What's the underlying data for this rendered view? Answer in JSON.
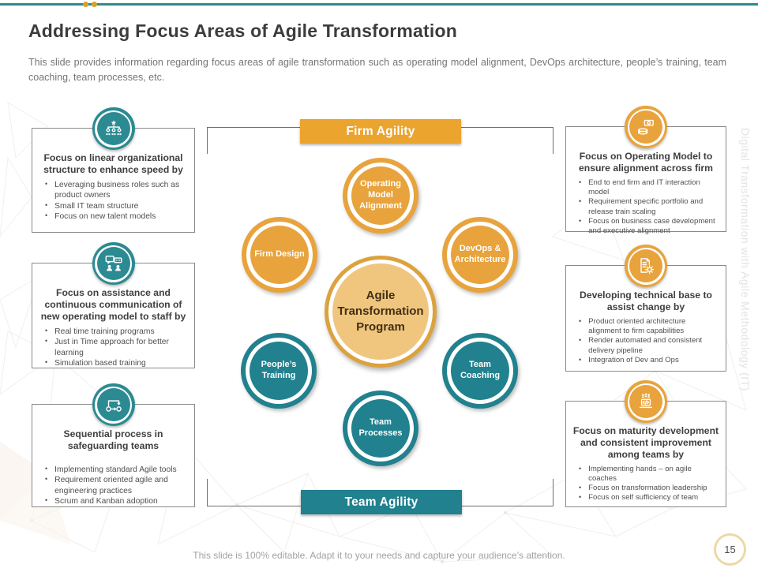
{
  "slide": {
    "title": "Addressing Focus Areas of Agile Transformation",
    "subtitle": "This slide provides information regarding focus areas of agile transformation such as operating model alignment, DevOps architecture, people’s training, team coaching, team processes, etc.",
    "footer": "This slide is 100% editable. Adapt it to your needs and capture your audience’s attention.",
    "page_number": "15",
    "side_text": "Digital Transformation with Agile Methodology (IT)"
  },
  "colors": {
    "teal": "#21818E",
    "orange": "#E8A33C",
    "hub_fill": "#F0C67F",
    "hub_ring": "#DCA23E",
    "accent_dot": "#D9A02B"
  },
  "diagram": {
    "center_label": "Agile Transformation Program",
    "top_banner": "Firm Agility",
    "bottom_banner": "Team Agility",
    "satellites": [
      {
        "label": "Operating Model Alignment",
        "color": "orange"
      },
      {
        "label": "Firm Design",
        "color": "orange"
      },
      {
        "label": "DevOps & Architecture",
        "color": "orange"
      },
      {
        "label": "People’s Training",
        "color": "teal"
      },
      {
        "label": "Team Coaching",
        "color": "teal"
      },
      {
        "label": "Team Processes",
        "color": "teal"
      }
    ]
  },
  "left_boxes": [
    {
      "icon": "org-structure-icon",
      "heading": "Focus on linear organizational structure to enhance speed by",
      "bullets": [
        "Leveraging business roles such as product owners",
        "Small IT team structure",
        "Focus on new talent models"
      ]
    },
    {
      "icon": "communication-icon",
      "heading": "Focus on assistance and continuous communication of new operating model to staff by",
      "bullets": [
        "Real time training programs",
        "Just in Time approach for better learning",
        "Simulation based training"
      ]
    },
    {
      "icon": "process-loop-icon",
      "heading": "Sequential process in safeguarding teams",
      "bullets": [
        "Implementing standard Agile tools",
        "Requirement oriented agile and engineering practices",
        "Scrum and Kanban adoption"
      ]
    }
  ],
  "right_boxes": [
    {
      "icon": "finance-model-icon",
      "heading": "Focus on Operating Model to ensure alignment across firm",
      "bullets": [
        "End to end firm and IT interaction model",
        "Requirement specific portfolio and release train scaling",
        "Focus on business case development and executive alignment"
      ]
    },
    {
      "icon": "document-gear-icon",
      "heading": "Developing technical base to assist change by",
      "bullets": [
        "Product oriented architecture alignment to firm capabilities",
        "Render automated and consistent delivery pipeline",
        "Integration of Dev and Ops"
      ]
    },
    {
      "icon": "coaching-laptop-icon",
      "heading": "Focus on maturity development and consistent improvement among teams by",
      "bullets": [
        "Implementing hands – on agile coaches",
        "Focus on transformation leadership",
        "Focus on self sufficiency of team"
      ]
    }
  ]
}
